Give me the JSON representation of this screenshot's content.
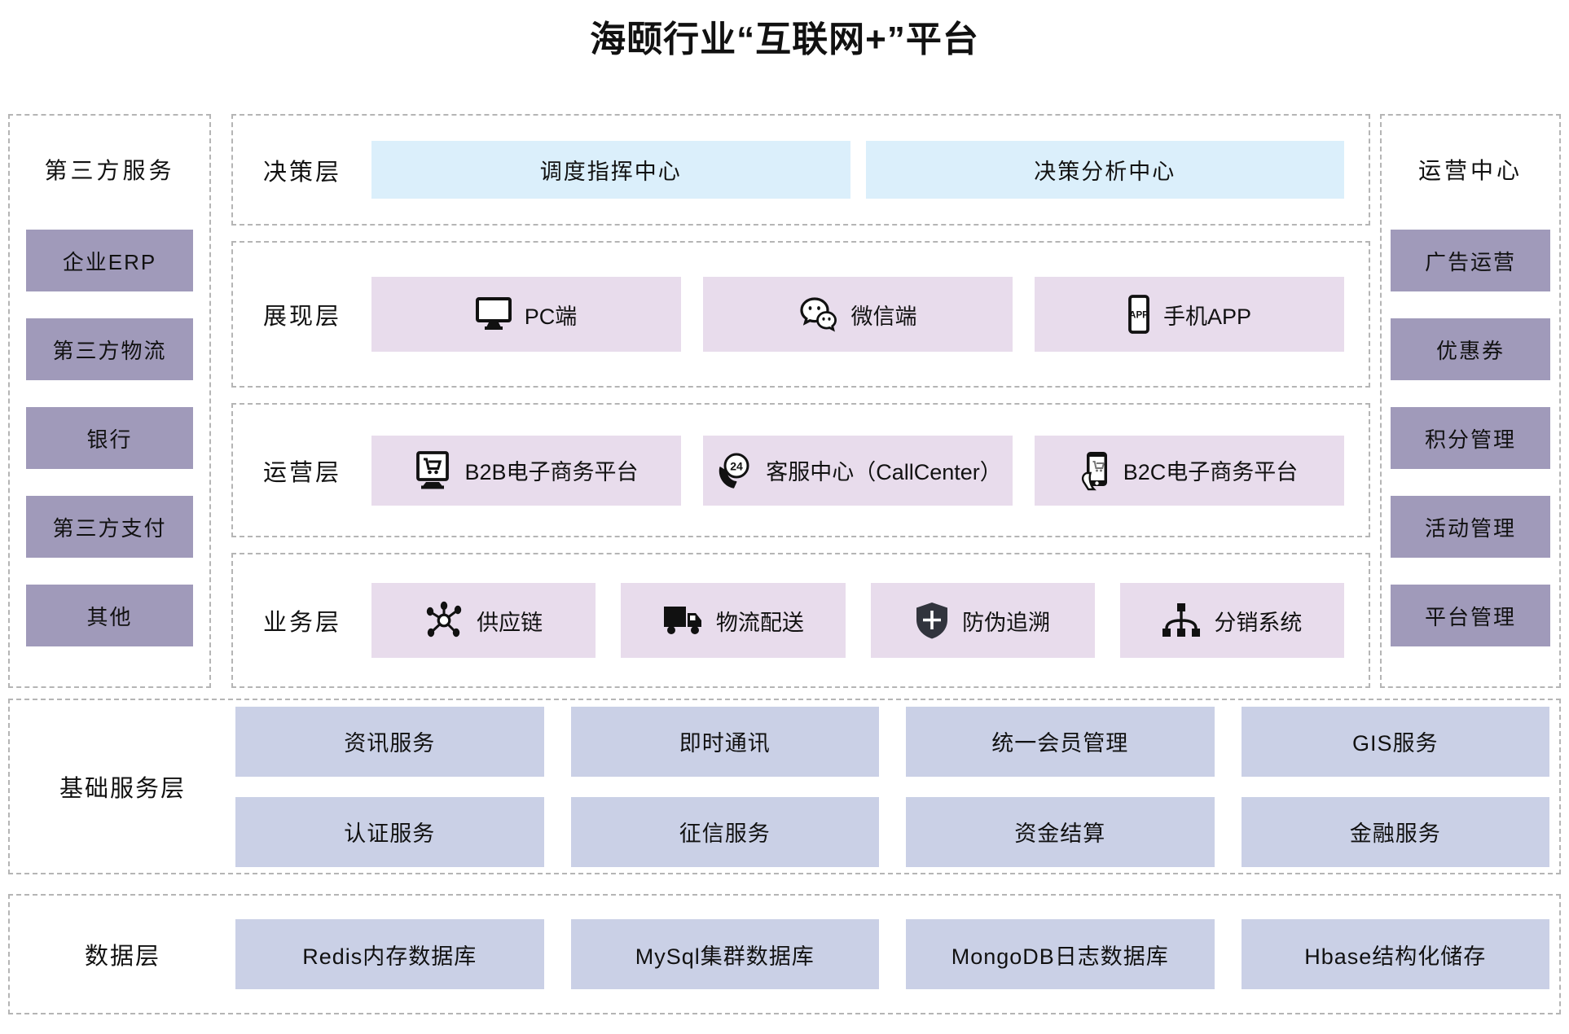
{
  "title": "海颐行业“互联网+”平台",
  "colors": {
    "panel_box": "#a09aba",
    "decision_box": "#dbeffb",
    "layer_box": "#e8dcec",
    "service_box": "#cad0e6",
    "border": "#b5b5b5"
  },
  "left_panel": {
    "title": "第三方服务",
    "items": [
      "企业ERP",
      "第三方物流",
      "银行",
      "第三方支付",
      "其他"
    ]
  },
  "right_panel": {
    "title": "运营中心",
    "items": [
      "广告运营",
      "优惠券",
      "积分管理",
      "活动管理",
      "平台管理"
    ]
  },
  "layers": [
    {
      "id": "decision",
      "label": "决策层",
      "items": [
        {
          "label": "调度指挥中心"
        },
        {
          "label": "决策分析中心"
        }
      ]
    },
    {
      "id": "presentation",
      "label": "展现层",
      "items": [
        {
          "label": "PC端",
          "icon": "monitor-icon"
        },
        {
          "label": "微信端",
          "icon": "wechat-icon"
        },
        {
          "label": "手机APP",
          "icon": "mobile-app-icon"
        }
      ]
    },
    {
      "id": "operation",
      "label": "运营层",
      "items": [
        {
          "label": "B2B电子商务平台",
          "icon": "ecommerce-monitor-icon"
        },
        {
          "label": "客服中心（CallCenter）",
          "icon": "callcenter-24h-icon"
        },
        {
          "label": "B2C电子商务平台",
          "icon": "mobile-shopping-icon"
        }
      ]
    },
    {
      "id": "business",
      "label": "业务层",
      "items": [
        {
          "label": "供应链",
          "icon": "supply-chain-icon"
        },
        {
          "label": "物流配送",
          "icon": "truck-icon"
        },
        {
          "label": "防伪追溯",
          "icon": "shield-cross-icon"
        },
        {
          "label": "分销系统",
          "icon": "distribution-tree-icon"
        }
      ]
    }
  ],
  "base_layer": {
    "label": "基础服务层",
    "rows": [
      [
        "资讯服务",
        "即时通讯",
        "统一会员管理",
        "GIS服务"
      ],
      [
        "认证服务",
        "征信服务",
        "资金结算",
        "金融服务"
      ]
    ]
  },
  "data_layer": {
    "label": "数据层",
    "items": [
      "Redis内存数据库",
      "MySql集群数据库",
      "MongoDB日志数据库",
      "Hbase结构化储存"
    ]
  }
}
